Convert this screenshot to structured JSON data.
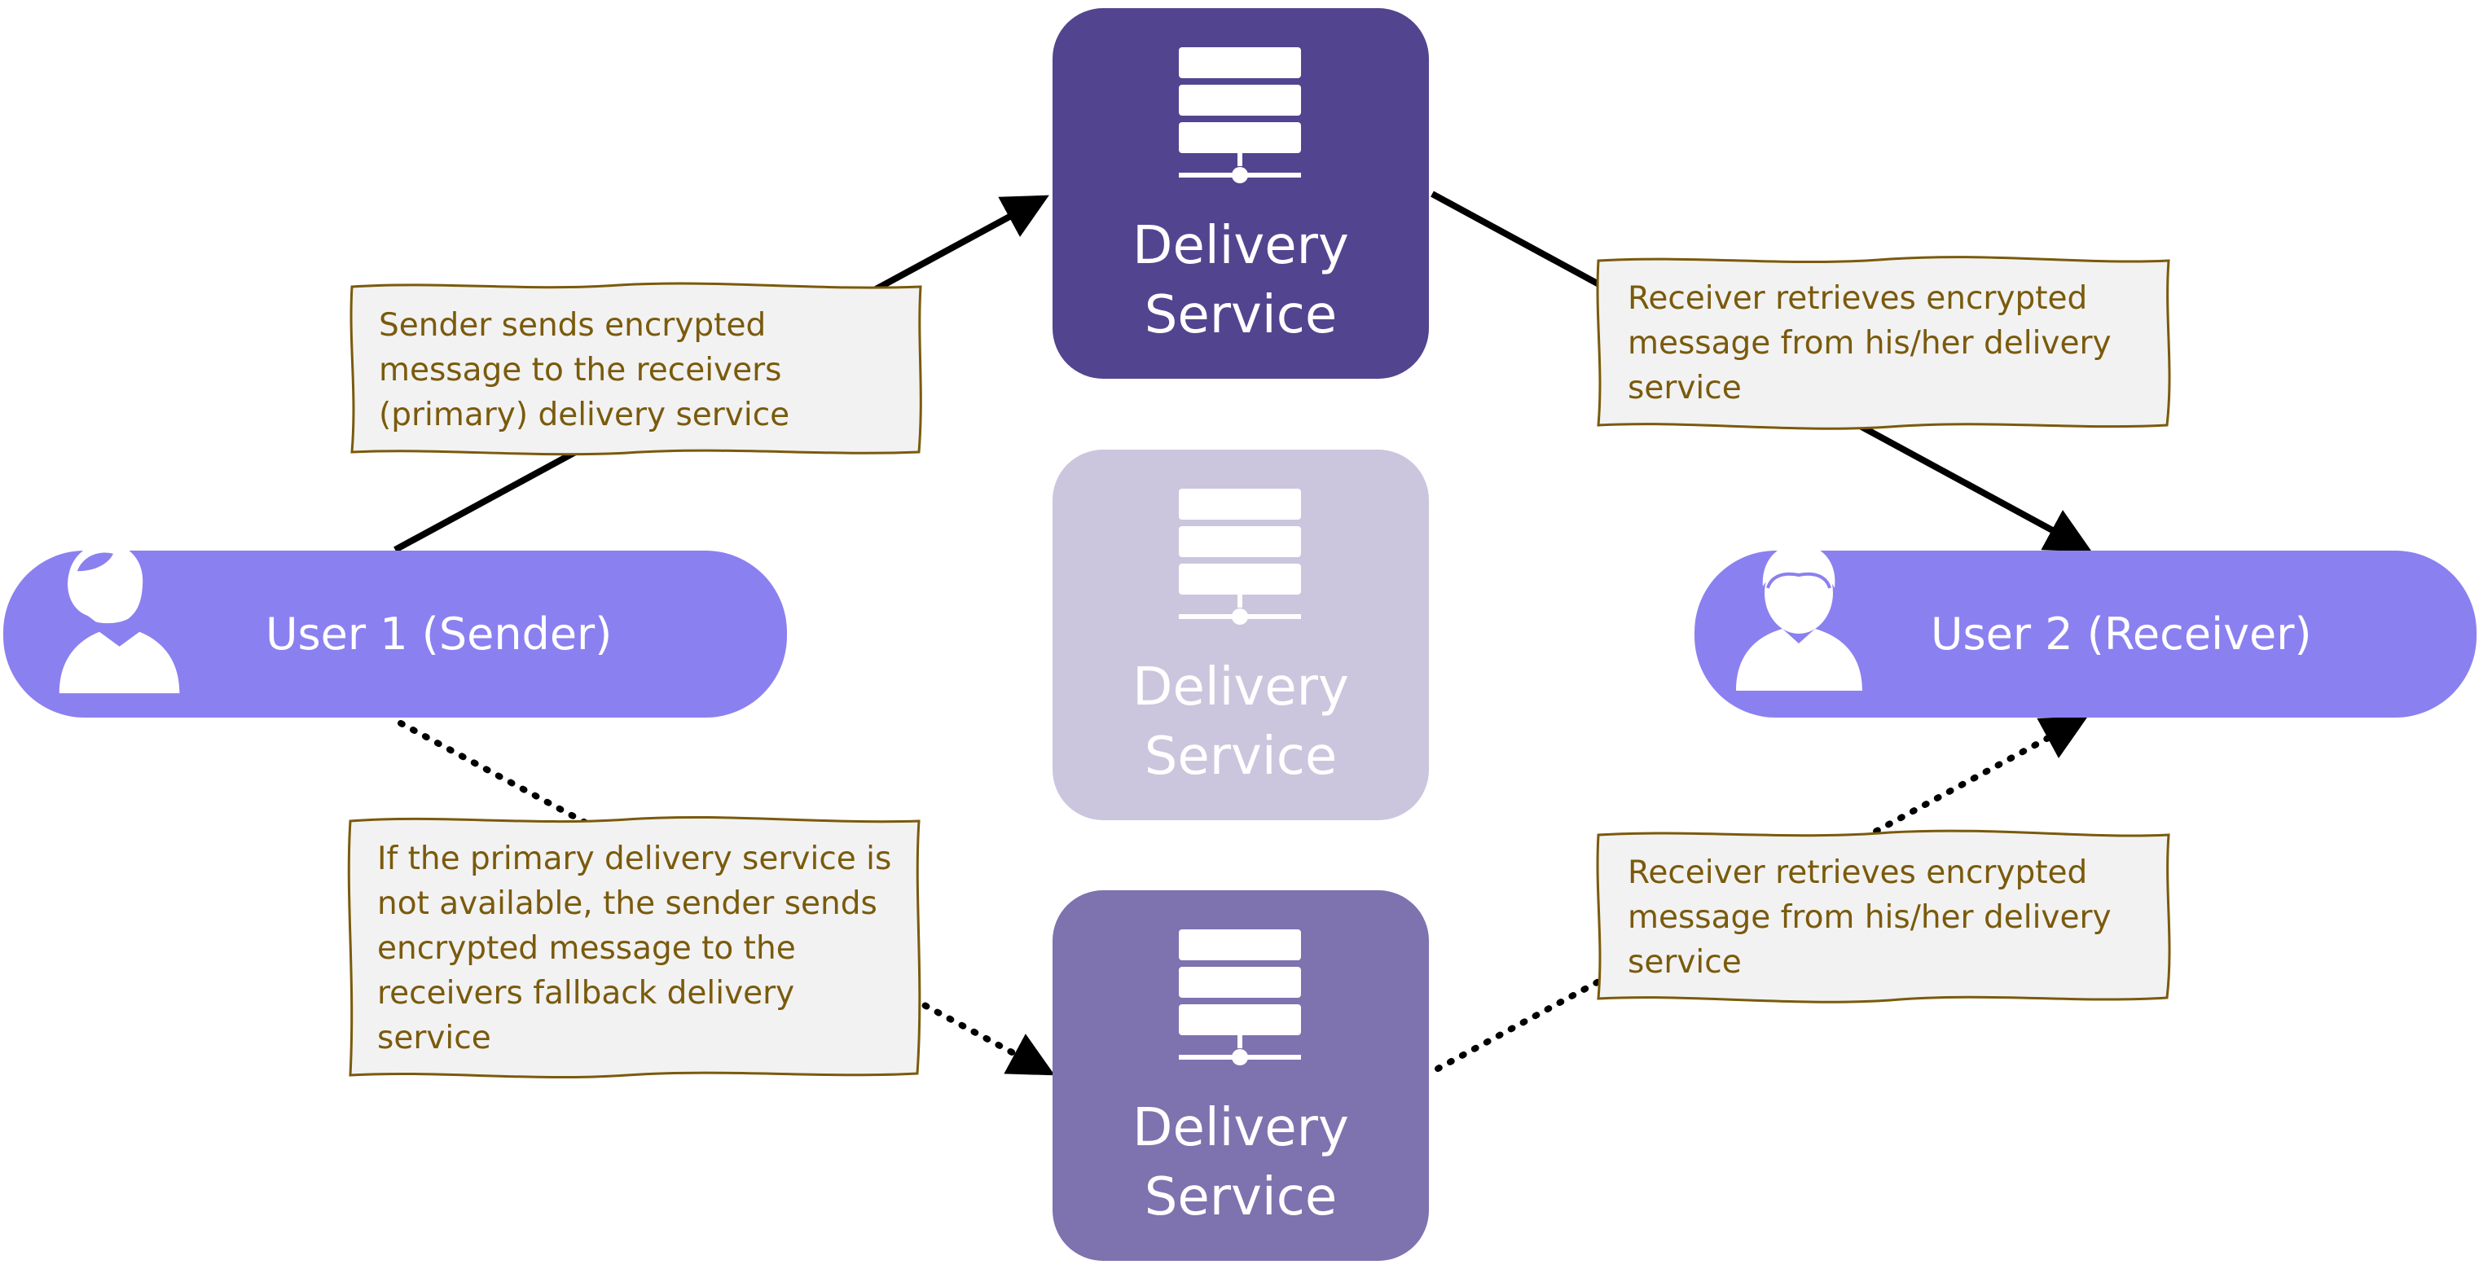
{
  "services": [
    {
      "id": "primary",
      "line1": "Delivery",
      "line2": "Service",
      "color": "#53448f",
      "icon": "server-icon"
    },
    {
      "id": "faded",
      "line1": "Delivery",
      "line2": "Service",
      "color": "#cbc6de",
      "icon": "server-icon"
    },
    {
      "id": "fallback",
      "line1": "Delivery",
      "line2": "Service",
      "color": "#7e72af",
      "icon": "server-icon"
    }
  ],
  "users": [
    {
      "id": "sender",
      "label": "User 1 (Sender)",
      "color": "#8b80f0",
      "icon": "user-female-icon"
    },
    {
      "id": "receiver",
      "label": "User 2 (Receiver)",
      "color": "#8b80f0",
      "icon": "user-male-icon"
    }
  ],
  "notes": [
    {
      "id": "send-primary",
      "lines": [
        "Sender sends encrypted",
        "message to the receivers",
        "(primary) delivery service"
      ]
    },
    {
      "id": "retrieve-primary",
      "lines": [
        "Receiver retrieves encrypted",
        "message from his/her delivery",
        "service"
      ]
    },
    {
      "id": "send-fallback",
      "lines": [
        "If the primary delivery service is",
        "not available, the sender sends",
        "encrypted message to the",
        "receivers fallback delivery",
        "service"
      ]
    },
    {
      "id": "retrieve-fallback",
      "lines": [
        "Receiver retrieves encrypted",
        "message from his/her delivery",
        "service"
      ]
    }
  ],
  "colors": {
    "note_fill": "#f2f2f2",
    "note_border": "#7a5a0c",
    "note_text": "#7a5a0c",
    "arrow": "#000000"
  }
}
